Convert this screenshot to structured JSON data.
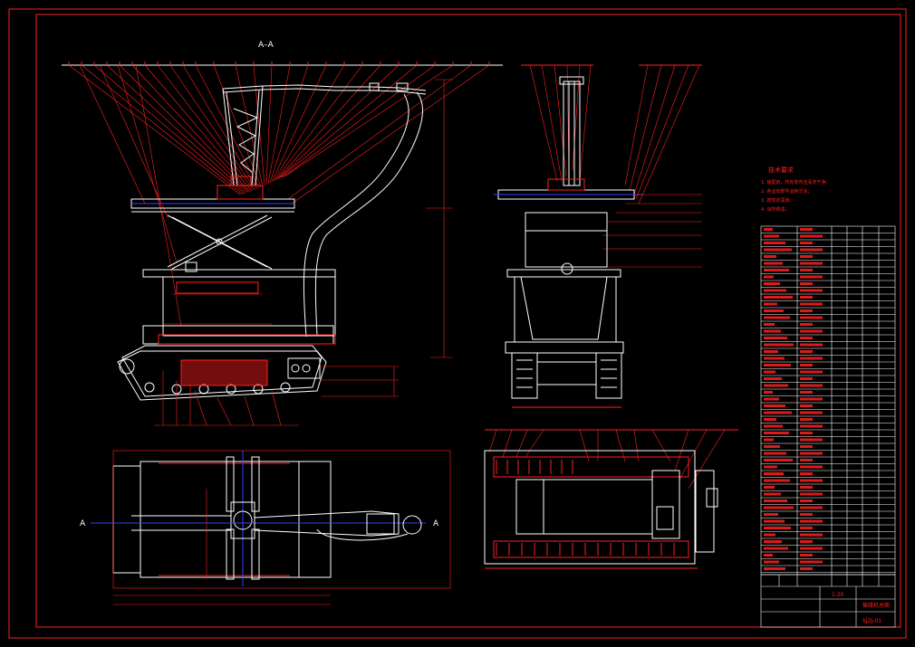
{
  "sheet": {
    "section_label": "A–A",
    "cut_marker_left": "A",
    "cut_marker_right": "A"
  },
  "tech_req": {
    "title": "技术要求",
    "lines": [
      "1. 装配前，所有零件应清洗干净；",
      "2. 各运动部件运转灵活；",
      "3. 按规定润滑；",
      "4. 涂防锈漆。"
    ]
  },
  "title_block": {
    "scale": "1:20",
    "drawing_name": "输煤机总图",
    "drawing_no": "SJZJ-01"
  },
  "colors": {
    "frame": "#ff2020",
    "line": "#ffffff",
    "leader": "#ff2020",
    "axis": "#3040ff",
    "hatch": "#ff2020"
  }
}
